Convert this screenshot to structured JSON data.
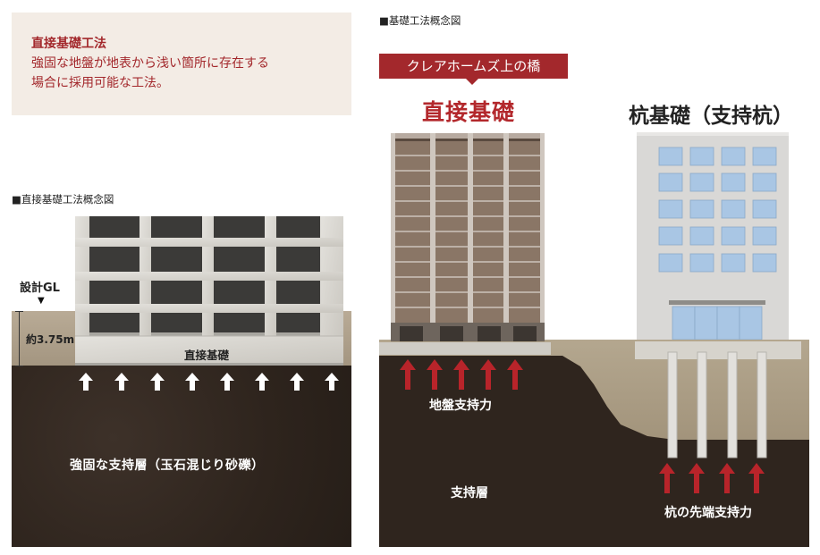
{
  "info_box": {
    "title": "直接基礎工法",
    "line1": "強固な地盤が地表から浅い箇所に存在する",
    "line2": "場合に採用可能な工法。"
  },
  "left_diagram": {
    "section_label": "■直接基礎工法概念図",
    "gl_label": "設計GL",
    "gl_marker": "▼",
    "depth_label": "約3.75m",
    "foundation_label": "直接基礎",
    "bearing_layer_label": "強固な支持層（玉石混じり砂礫）",
    "arrow_count": 8
  },
  "right_diagram": {
    "section_label": "■基礎工法概念図",
    "callout": "クレアホームズ上の橋",
    "title_direct": "直接基礎",
    "title_pile": "杭基礎（支持杭）",
    "ground_support_label": "地盤支持力",
    "bearing_layer_label": "支持層",
    "pile_tip_label": "杭の先端支持力",
    "red_arrow_count_a": 5,
    "red_arrow_count_b": 4
  },
  "colors": {
    "accent_red": "#a3282c",
    "info_bg": "#f3ece5",
    "soil_dark": "#2e241d",
    "soil_light": "#a39580",
    "concrete": "#d7d5d0",
    "glass_blue": "#a9c6e4"
  }
}
